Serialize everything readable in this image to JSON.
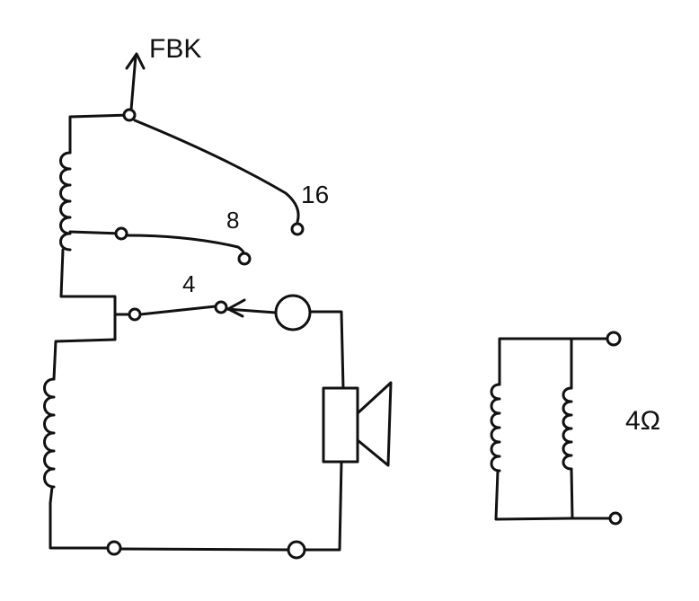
{
  "labels": {
    "feedback": "FBK",
    "tap_16": "16",
    "tap_8": "8",
    "tap_4": "4",
    "impedance": "4Ω"
  },
  "colors": {
    "ink": "#111111",
    "background": "#ffffff"
  }
}
